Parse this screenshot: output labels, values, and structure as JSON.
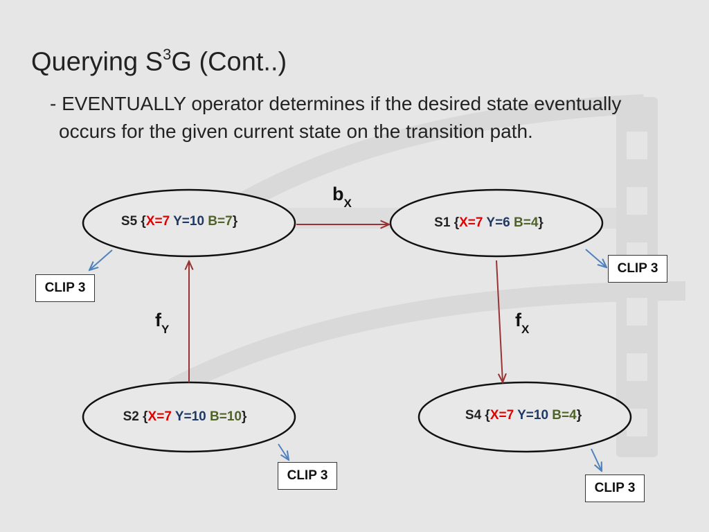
{
  "slide": {
    "title": {
      "prefix": "Querying S",
      "superscript": "3",
      "suffix": "G (Cont..)"
    },
    "bullet": "- EVENTUALLY operator determines if the desired state eventually occurs for the given current state on the transition path."
  },
  "diagram": {
    "nodes": [
      {
        "id": "S5",
        "name": "S5",
        "x": "X=7",
        "y": "Y=10",
        "b": "B=7"
      },
      {
        "id": "S1",
        "name": "S1",
        "x": "X=7",
        "y": "Y=6",
        "b": "B=4"
      },
      {
        "id": "S2",
        "name": "S2",
        "x": "X=7",
        "y": "Y=10",
        "b": "B=10"
      },
      {
        "id": "S4",
        "name": "S4",
        "x": "X=7",
        "y": "Y=10",
        "b": "B=4"
      }
    ],
    "edges": [
      {
        "from": "S5",
        "to": "S1",
        "label": "b",
        "sub": "X"
      },
      {
        "from": "S2",
        "to": "S5",
        "label": "f",
        "sub": "Y"
      },
      {
        "from": "S1",
        "to": "S4",
        "label": "f",
        "sub": "X"
      }
    ],
    "clips": [
      {
        "node": "S5",
        "label": "CLIP 3"
      },
      {
        "node": "S1",
        "label": "CLIP 3"
      },
      {
        "node": "S2",
        "label": "CLIP 3"
      },
      {
        "node": "S4",
        "label": "CLIP 3"
      }
    ]
  },
  "colors": {
    "background": "#e6e6e6",
    "edge_arrow": "#993333",
    "clip_arrow": "#4f81bd",
    "x_value": "#e00000",
    "y_value": "#1f3864",
    "b_value": "#4f6228"
  }
}
